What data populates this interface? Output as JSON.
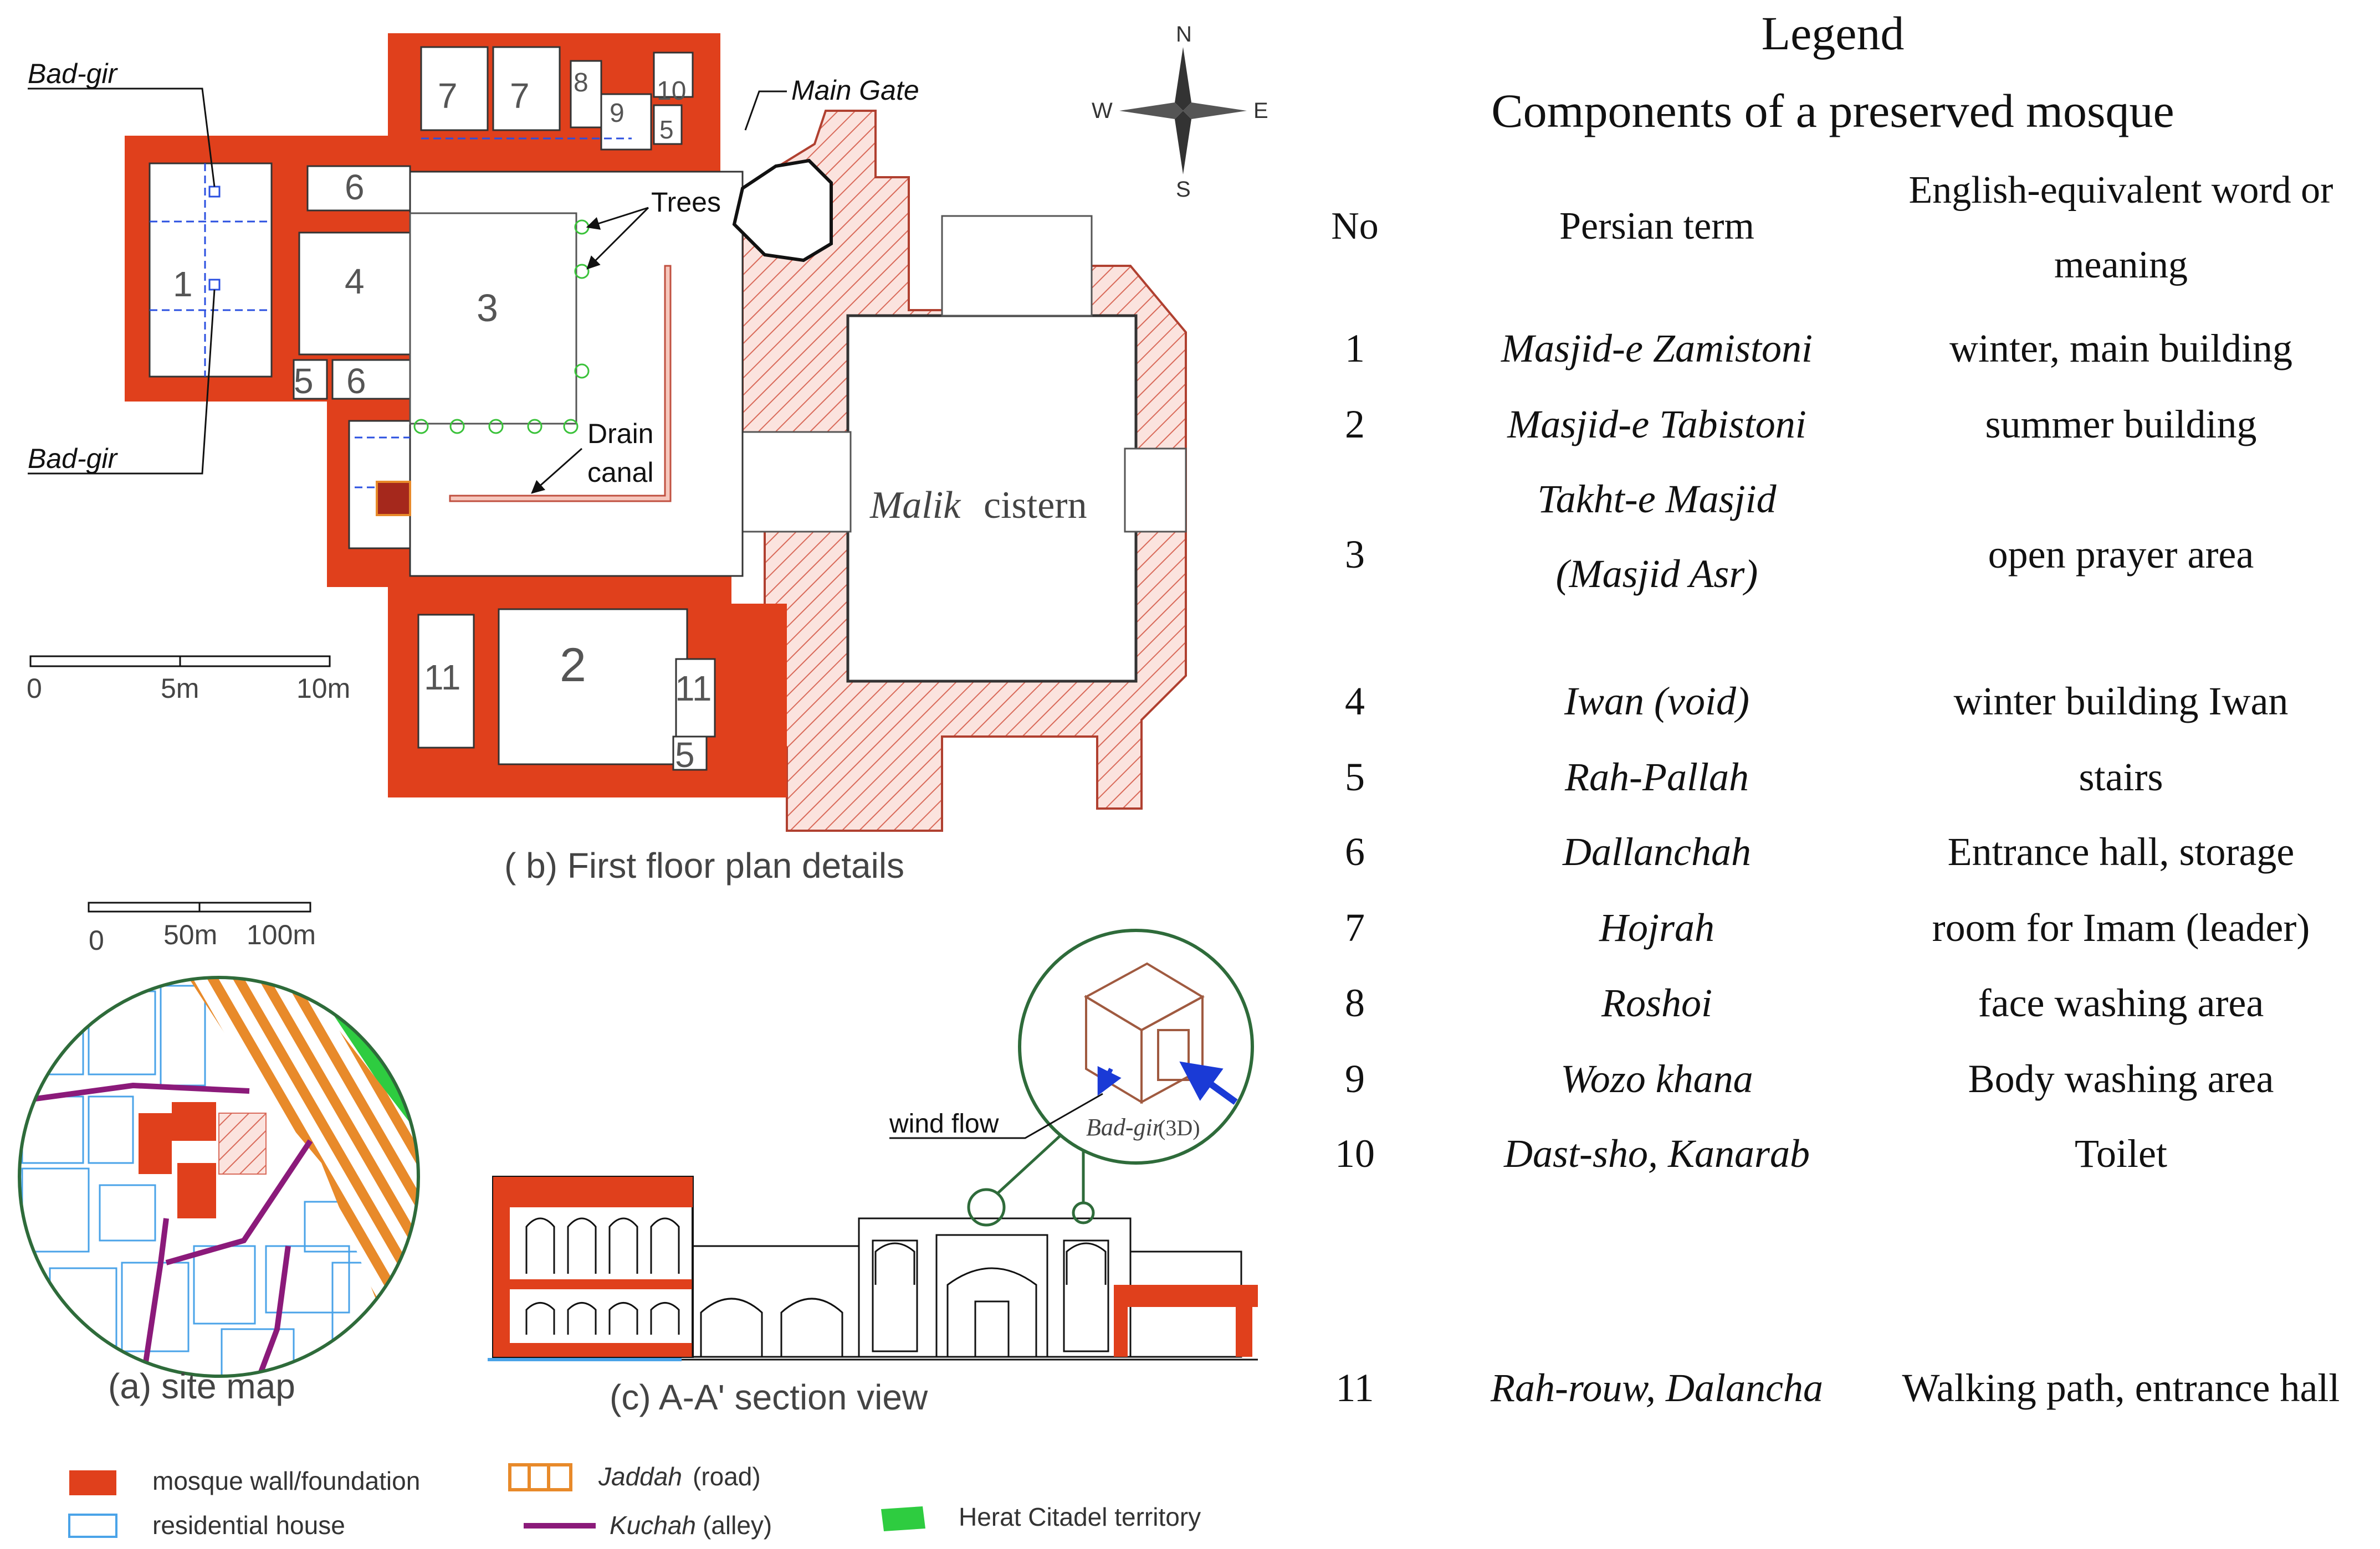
{
  "legend": {
    "title": "Legend",
    "subtitle": "Components of a preserved mosque",
    "headers": {
      "no": "No",
      "persian": "Persian term",
      "english_line1": "English-equivalent word or",
      "english_line2": "meaning"
    },
    "rows": [
      {
        "no": "1",
        "persian": "Masjid-e Zamistoni",
        "english": "winter, main building"
      },
      {
        "no": "2",
        "persian": "Masjid-e Tabistoni",
        "english": "summer building"
      },
      {
        "no": "3",
        "persian_line1": "Takht-e Masjid",
        "persian_line2": "(Masjid Asr)",
        "english": "open prayer area"
      },
      {
        "no": "4",
        "persian": "Iwan (void)",
        "english": "winter building Iwan"
      },
      {
        "no": "5",
        "persian": "Rah-Pallah",
        "english": "stairs"
      },
      {
        "no": "6",
        "persian": "Dallanchah",
        "english": "Entrance hall, storage"
      },
      {
        "no": "7",
        "persian": "Hojrah",
        "english": "room for Imam (leader)"
      },
      {
        "no": "8",
        "persian": "Roshoi",
        "english": "face washing area"
      },
      {
        "no": "9",
        "persian": "Wozo khana",
        "english": "Body washing area"
      },
      {
        "no": "10",
        "persian": "Dast-sho, Kanarab",
        "english": "Toilet"
      },
      {
        "no": "11",
        "persian": "Rah-rouw, Dalancha",
        "english": "Walking path, entrance hall"
      }
    ]
  },
  "plan": {
    "caption": "( b) First floor plan details",
    "labels": {
      "badgir_top": "Bad-gir",
      "badgir_bottom": "Bad-gir",
      "main_gate": "Main Gate",
      "trees": "Trees",
      "drain_line1": "Drain",
      "drain_line2": "canal",
      "cistern_italic": "Malik",
      "cistern_rest": "cistern"
    },
    "room_numbers": [
      "1",
      "2",
      "3",
      "4",
      "5",
      "5",
      "5",
      "5",
      "6",
      "6",
      "6",
      "7",
      "7",
      "8",
      "9",
      "10",
      "11",
      "11"
    ],
    "scale": {
      "s0": "0",
      "s5": "5m",
      "s10": "10m"
    },
    "compass": {
      "n": "N",
      "s": "S",
      "e": "E",
      "w": "W"
    }
  },
  "site_map": {
    "caption": "(a) site map",
    "scale": {
      "s0": "0",
      "s50": "50m",
      "s100": "100m"
    }
  },
  "section": {
    "caption": "(c) A-A' section view",
    "wind_flow": "wind flow",
    "badgir_3d_italic": "Bad-gir",
    "badgir_3d_rest": "(3D)"
  },
  "map_legend": {
    "wall": "mosque wall/foundation",
    "house": "residential house",
    "jaddah_italic": "Jaddah",
    "jaddah_rest": "(road)",
    "kuchah_italic": "Kuchah",
    "kuchah_rest": "(alley)",
    "citadel": "Herat Citadel territory"
  },
  "colors": {
    "wall_red": "#e0401c",
    "cistern_hatch": "#d96a5a",
    "road_orange": "#e88a2a",
    "alley_purple": "#8b1a7a",
    "house_blue": "#4aa3e8",
    "citadel_green": "#2ecc40",
    "tree_green": "#3ac23a",
    "frame_green": "#2e6b3a",
    "arrow_blue": "#1a3ad6"
  }
}
